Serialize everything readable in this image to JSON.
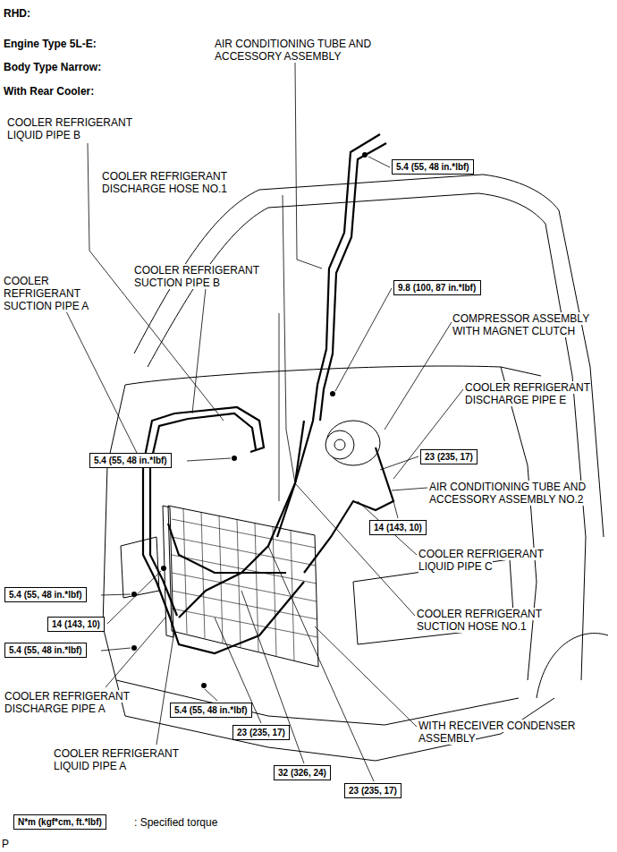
{
  "diagram": {
    "nodes": [
      {
        "text": [
          "5.4 (55, 48 in.*lbf)"
        ]
      },
      {
        "text": [
          "9.8 (100, 87 in.*lbf)"
        ]
      },
      {
        "text": [
          "5.4 (55, 48 in.*lbf)"
        ]
      },
      {
        "text": [
          "23 (235, 17)"
        ]
      },
      {
        "text": [
          "14 (143, 10)"
        ]
      },
      {
        "text": [
          "5.4 (55, 48 in.*lbf)"
        ]
      },
      {
        "text": [
          "14 (143, 10)"
        ]
      },
      {
        "text": [
          "5.4 (55, 48 in.*lbf)"
        ]
      },
      {
        "text": [
          "5.4 (55, 48 in.*lbf)"
        ]
      },
      {
        "text": [
          "23 (235, 17)"
        ]
      },
      {
        "text": [
          "32 (326, 24)"
        ]
      },
      {
        "text": [
          "23 (235, 17)"
        ]
      },
      {
        "text": [
          "N*m (kgf*cm, ft.*lbf)"
        ]
      }
    ],
    "labels": [
      "RHD:",
      "Engine Type 5L-E:",
      "Body Type Narrow:",
      "With Rear Cooler:",
      "AIR CONDITIONING TUBE AND ACCESSORY ASSEMBLY",
      "COOLER REFRIGERANT LIQUID PIPE B",
      "COOLER REFRIGERANT DISCHARGE HOSE NO.1",
      "COOLER REFRIGERANT SUCTION PIPE B",
      "COOLER REFRIGERANT SUCTION PIPE A",
      "COMPRESSOR ASSEMBLY WITH MAGNET CLUTCH",
      "COOLER REFRIGERANT DISCHARGE PIPE E",
      "AIR CONDITIONING TUBE AND ACCESSORY ASSEMBLY NO.2",
      "COOLER REFRIGERANT LIQUID PIPE C",
      "COOLER REFRIGERANT SUCTION HOSE NO.1",
      "COOLER REFRIGERANT DISCHARGE PIPE A",
      "WITH RECEIVER CONDENSER ASSEMBLY",
      "COOLER REFRIGERANT LIQUID PIPE A",
      ": Specified torque",
      "P"
    ]
  }
}
